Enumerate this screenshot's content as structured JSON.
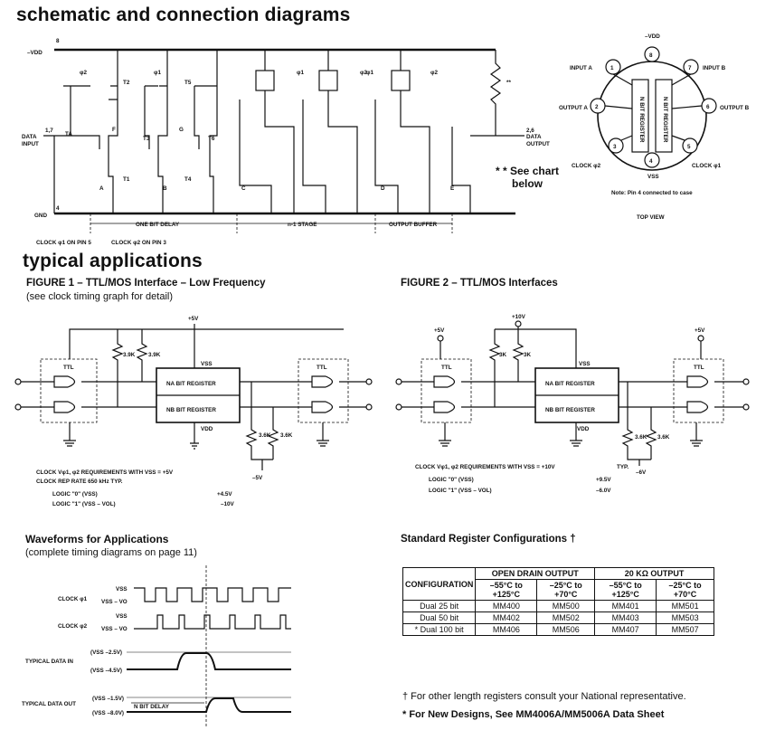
{
  "headings": {
    "schematic": "schematic and connection diagrams",
    "typical": "typical applications"
  },
  "schematic": {
    "vdd": "–VDD",
    "gnd": "GND",
    "pin8": "8",
    "pin4": "4",
    "pin17": "1,7",
    "pin26": "2,6",
    "data_input": [
      "DATA",
      "INPUT"
    ],
    "data_output": [
      "DATA",
      "OUTPUT"
    ],
    "transistors": [
      "TA",
      "T2",
      "T1",
      "T5",
      "T3",
      "T4",
      "T6"
    ],
    "nodes": [
      "A",
      "B",
      "C",
      "D",
      "E",
      "F",
      "G"
    ],
    "phases": [
      "φ2",
      "φ1",
      "φ1",
      "φ2",
      "φ1",
      "φ2"
    ],
    "sections": [
      "ONE BIT DELAY",
      "n-1 STAGE",
      "OUTPUT BUFFER"
    ],
    "clock_notes": [
      "CLOCK φ1 ON PIN 5",
      "CLOCK φ2 ON PIN 3"
    ],
    "resistor_mark": "**",
    "see_chart": [
      "* * See chart",
      "below"
    ]
  },
  "package": {
    "vdd": "–VDD",
    "pins": [
      "8",
      "1",
      "7",
      "2",
      "6",
      "3",
      "4",
      "5"
    ],
    "labels": [
      "INPUT A",
      "INPUT B",
      "OUTPUT A",
      "OUTPUT B",
      "CLOCK φ2",
      "CLOCK φ1",
      "VSS"
    ],
    "registers": [
      "N BIT REGISTER",
      "N BIT REGISTER"
    ],
    "note": "Note: Pin 4 connected to case",
    "view": "TOP VIEW"
  },
  "figure1": {
    "title": "FIGURE 1 – TTL/MOS Interface – Low Frequency",
    "subtitle": "(see clock timing graph for detail)",
    "plus5": "+5V",
    "minus5": "–5V",
    "r1": "3.9K",
    "r2": "3.9K",
    "r3": "3.6K",
    "r4": "3.6K",
    "ttl": "TTL",
    "vss": "VSS",
    "vdd": "VDD",
    "reg_a": "NA BIT REGISTER",
    "reg_b": "NB BIT REGISTER",
    "req": "CLOCK Vφ1, φ2 REQUIREMENTS WITH VSS = +5V",
    "rep": "CLOCK REP RATE 650 kHz TYP.",
    "logic0": "LOGIC \"0\" (VSS)",
    "logic1": "LOGIC \"1\" (VSS – VOL)",
    "val0": "+4.5V",
    "val1": "–10V"
  },
  "figure2": {
    "title": "FIGURE 2 – TTL/MOS Interfaces",
    "plus5a": "+5V",
    "plus10": "+10V",
    "plus5b": "+5V",
    "minus6": "–6V",
    "r1": "3K",
    "r2": "3K",
    "r3": "3.6K",
    "r4": "3.6K",
    "ttl": "TTL",
    "vss": "VSS",
    "vdd": "VDD",
    "reg_a": "NA BIT REGISTER",
    "reg_b": "NB BIT REGISTER",
    "req": "CLOCK Vφ1, φ2 REQUIREMENTS WITH VSS = +10V",
    "typ": "TYP.",
    "logic0": "LOGIC \"0\" (VSS)",
    "logic1": "LOGIC \"1\" (VSS – VOL)",
    "val0": "+9.5V",
    "val1": "–6.0V"
  },
  "waveforms": {
    "title": "Waveforms for Applications",
    "subtitle": "(complete timing diagrams on page 11)",
    "clock1": "CLOCK φ1",
    "clock2": "CLOCK φ2",
    "data_in": "TYPICAL DATA IN",
    "data_out": "TYPICAL DATA OUT",
    "vss": "VSS",
    "vss_vo": "VSS – VO",
    "in_hi": "(VSS –2.5V)",
    "in_lo": "(VSS –4.5V)",
    "out_hi": "(VSS –1.5V)",
    "out_lo": "(VSS –8.0V)",
    "delay": "N BIT DELAY"
  },
  "configurations": {
    "title": "Standard Register Configurations",
    "dagger": "†",
    "header_config": "CONFIGURATION",
    "header_open": "OPEN DRAIN OUTPUT",
    "header_20k": "20 KΩ OUTPUT",
    "temps": [
      "–55°C to +125°C",
      "–25°C to +70°C",
      "–55°C to +125°C",
      "–25°C to +70°C"
    ],
    "rows": [
      [
        "Dual 25 bit",
        "MM400",
        "MM500",
        "MM401",
        "MM501"
      ],
      [
        "Dual 50 bit",
        "MM402",
        "MM502",
        "MM403",
        "MM503"
      ],
      [
        "* Dual 100 bit",
        "MM406",
        "MM506",
        "MM407",
        "MM507"
      ]
    ]
  },
  "footnotes": {
    "f1": "† For other length registers consult your National representative.",
    "f2": "* For New Designs, See MM4006A/MM5006A Data Sheet"
  }
}
